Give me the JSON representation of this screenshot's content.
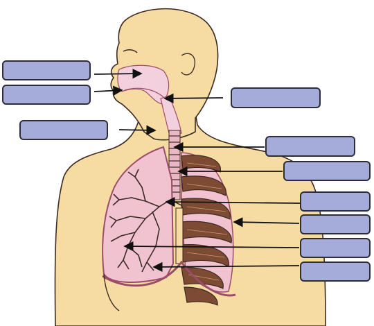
{
  "colors": {
    "skin": "#f6dba3",
    "airway": "#f3d0dd",
    "lung": "#f1c3d0",
    "lung_edge": "#9b4c68",
    "bronchi": "#3a2a22",
    "rib": "#7d4a33",
    "label_fill": "#a5acd9",
    "outline": "#2d2d3a"
  },
  "labels": [
    {
      "id": "label-1",
      "text": ""
    },
    {
      "id": "label-2",
      "text": ""
    },
    {
      "id": "label-3",
      "text": ""
    },
    {
      "id": "label-4",
      "text": ""
    },
    {
      "id": "label-5",
      "text": ""
    },
    {
      "id": "label-6",
      "text": ""
    },
    {
      "id": "label-7",
      "text": ""
    },
    {
      "id": "label-8",
      "text": ""
    },
    {
      "id": "label-9",
      "text": ""
    },
    {
      "id": "label-10",
      "text": ""
    }
  ]
}
